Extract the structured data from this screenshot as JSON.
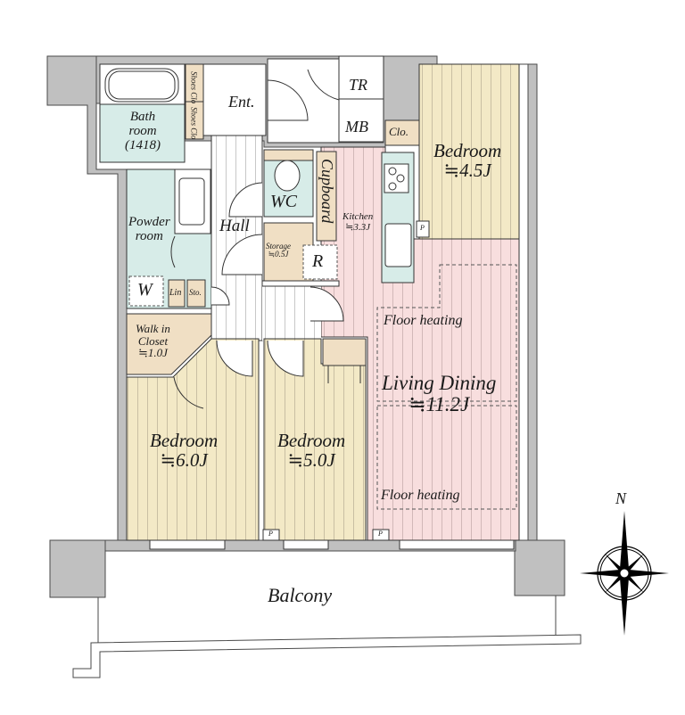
{
  "colors": {
    "wall": "#c0c0c0",
    "wall_stroke": "#4a4a4a",
    "bedroom_floor": "#f3e9c6",
    "living_floor": "#f8dede",
    "wet_area": "#d7ece8",
    "storage": "#f0dfc4",
    "hall_floor": "#ffffff",
    "floor_lines": "#b5b0a0"
  },
  "rooms": {
    "bathroom": {
      "name": "Bath\nroom",
      "size": "(1418)"
    },
    "shoes_closet_1": {
      "name": "Shoes Clo"
    },
    "shoes_closet_2": {
      "name": "Shoes Clo"
    },
    "entrance": {
      "name": "Ent."
    },
    "tr": {
      "name": "TR"
    },
    "mb": {
      "name": "MB"
    },
    "closet_45": {
      "name": "Clo."
    },
    "bedroom_45": {
      "name": "Bedroom",
      "size": "≒4.5J"
    },
    "powder_room": {
      "name": "Powder\nroom"
    },
    "hall": {
      "name": "Hall"
    },
    "wc": {
      "name": "WC"
    },
    "cupboard": {
      "name": "Cupboard"
    },
    "kitchen": {
      "name": "Kitchen",
      "size": "≒3.3J"
    },
    "storage": {
      "name": "Storage",
      "size": "≒0.5J"
    },
    "refrigerator": {
      "name": "R"
    },
    "washer": {
      "name": "W"
    },
    "linen": {
      "name": "Lin"
    },
    "sto": {
      "name": "Sto."
    },
    "walk_in_closet": {
      "name": "Walk in\nCloset",
      "size": "≒1.0J"
    },
    "living_dining": {
      "name": "Living Dining",
      "size": "≒11.2J"
    },
    "floor_heating_1": {
      "name": "Floor heating"
    },
    "floor_heating_2": {
      "name": "Floor heating"
    },
    "bedroom_60": {
      "name": "Bedroom",
      "size": "≒6.0J"
    },
    "bedroom_50": {
      "name": "Bedroom",
      "size": "≒5.0J"
    },
    "balcony": {
      "name": "Balcony"
    }
  },
  "compass": {
    "north_label": "N"
  },
  "pipe_space_label": "P"
}
